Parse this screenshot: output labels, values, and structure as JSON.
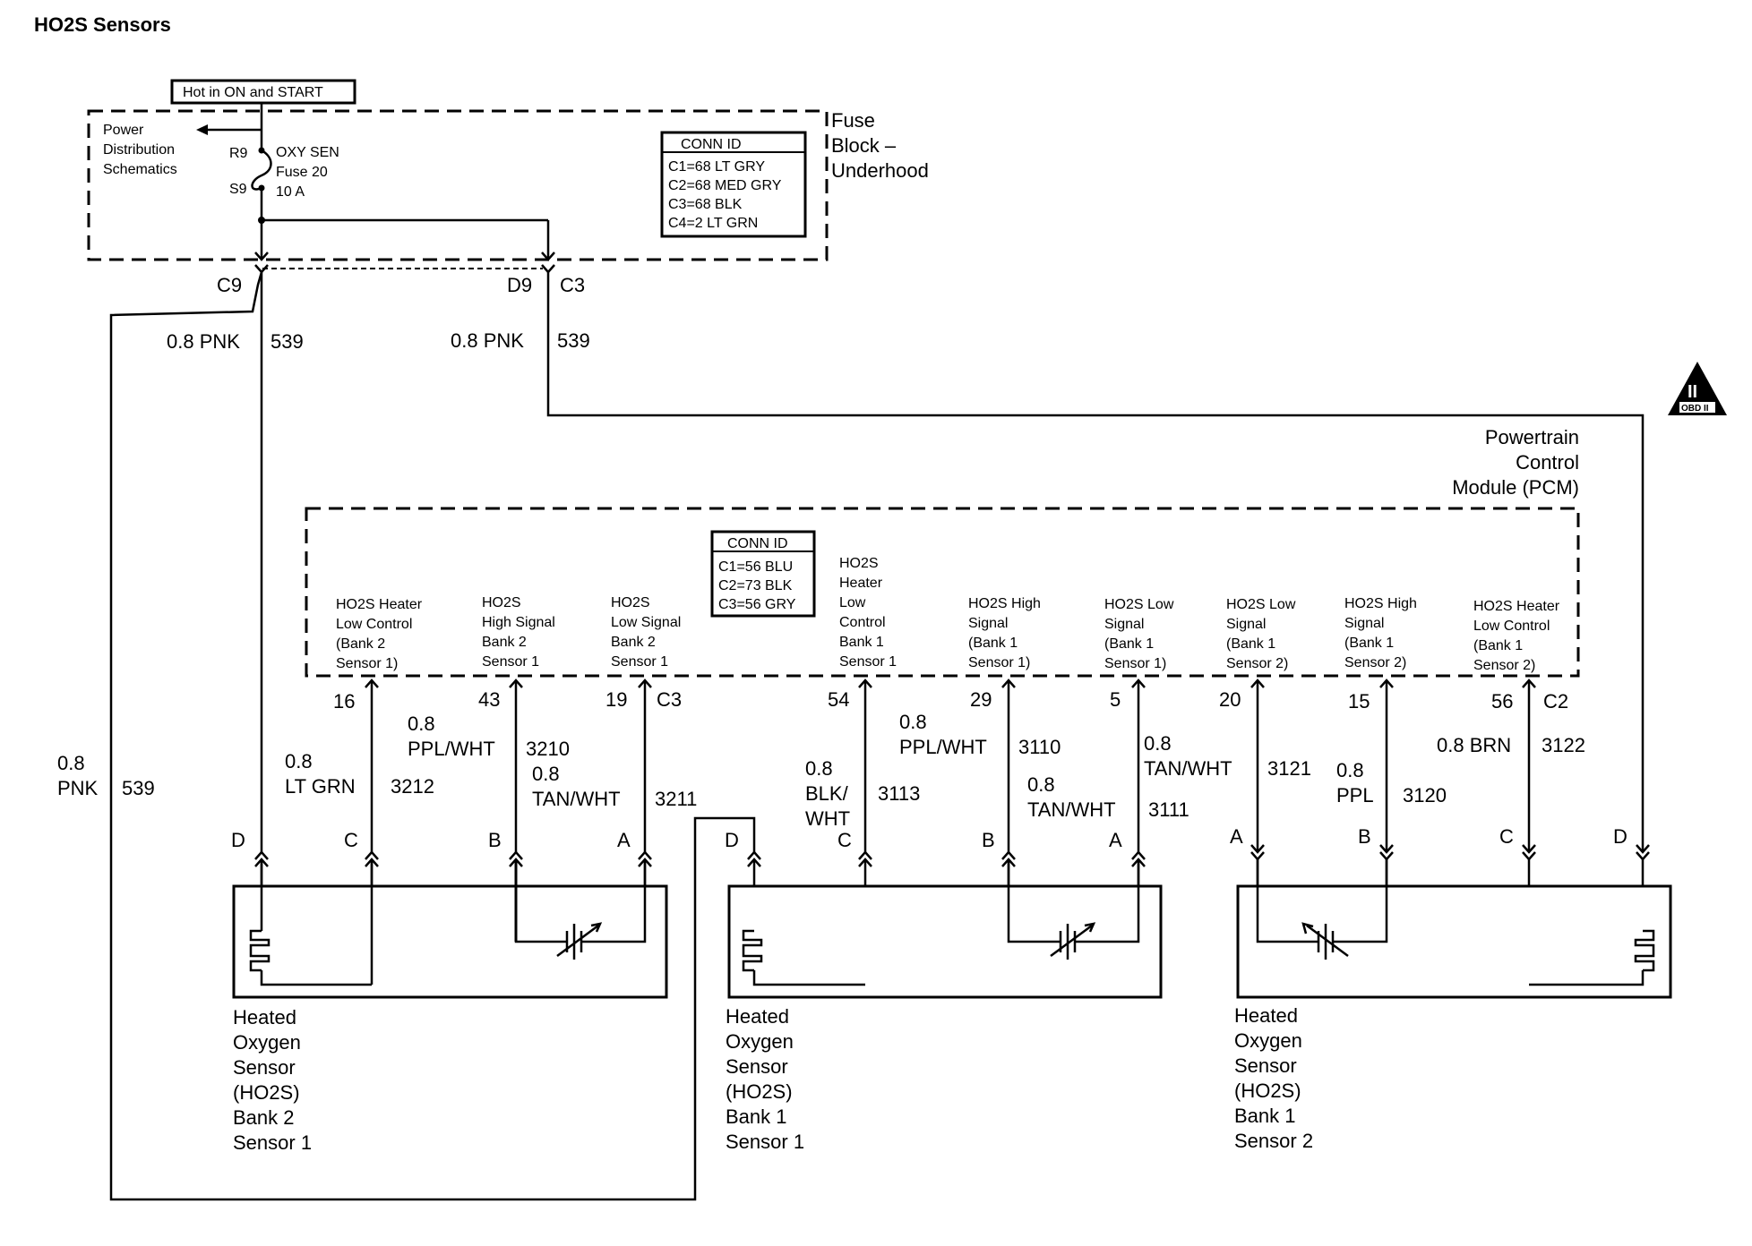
{
  "title": "HO2S Sensors",
  "hot_label": "Hot in ON and START",
  "fuse_block": {
    "name_lines": [
      "Fuse",
      "Block –",
      "Underhood"
    ],
    "power_dist": [
      "Power",
      "Distribution",
      "Schematics"
    ],
    "pin_top": "R9",
    "pin_bottom": "S9",
    "fuse_lines": [
      "OXY SEN",
      "Fuse 20",
      "10 A"
    ],
    "conn_title": "CONN ID",
    "conn_lines": [
      "C1=68 LT GRY",
      "C2=68 MED GRY",
      "C3=68 BLK",
      "C4=2 LT GRN"
    ],
    "out_left": "C9",
    "out_right_pin": "D9",
    "out_right_conn": "C3"
  },
  "feed_wires": {
    "left_gauge": "0.8 PNK",
    "left_circuit": "539",
    "right_gauge": "0.8 PNK",
    "right_circuit": "539",
    "far_gauge_1": "0.8",
    "far_gauge_2": "PNK",
    "far_circuit": "539"
  },
  "obd_badge": {
    "numeral": "II",
    "text": "OBD II"
  },
  "pcm": {
    "name_lines": [
      "Powertrain",
      "Control",
      "Module (PCM)"
    ],
    "conn_title": "CONN ID",
    "conn_lines": [
      "C1=56 BLU",
      "C2=73 BLK",
      "C3=56 GRY"
    ],
    "functions": [
      [
        "HO2S Heater",
        "Low Control",
        "(Bank 2",
        "Sensor 1)"
      ],
      [
        "HO2S",
        "High Signal",
        "Bank 2",
        "Sensor 1"
      ],
      [
        "HO2S",
        "Low Signal",
        "Bank 2",
        "Sensor 1"
      ],
      [
        "HO2S",
        "Heater",
        "Low",
        "Control",
        "Bank 1",
        "Sensor 1"
      ],
      [
        "HO2S High",
        "Signal",
        "(Bank 1",
        "Sensor 1)"
      ],
      [
        "HO2S Low",
        "Signal",
        "(Bank 1",
        "Sensor 1)"
      ],
      [
        "HO2S Low",
        "Signal",
        "(Bank 1",
        "Sensor 2)"
      ],
      [
        "HO2S High",
        "Signal",
        "(Bank 1",
        "Sensor 2)"
      ],
      [
        "HO2S Heater",
        "Low Control",
        "(Bank 1",
        "Sensor 2)"
      ]
    ],
    "pins": [
      "16",
      "43",
      "19",
      "54",
      "29",
      "5",
      "20",
      "15",
      "56"
    ],
    "conn_c3": "C3",
    "conn_c2": "C2"
  },
  "wires": [
    {
      "gauge": [
        "0.8",
        "LT GRN"
      ],
      "circuit": "3212"
    },
    {
      "gauge": [
        "0.8",
        "PPL/WHT"
      ],
      "circuit": "3210"
    },
    {
      "gauge": [
        "0.8",
        "TAN/WHT"
      ],
      "circuit": "3211"
    },
    {
      "gauge": [
        "0.8",
        "BLK/",
        "WHT"
      ],
      "circuit": "3113"
    },
    {
      "gauge": [
        "0.8",
        "PPL/WHT"
      ],
      "circuit": "3110"
    },
    {
      "gauge": [
        "0.8",
        "TAN/WHT"
      ],
      "circuit": "3111"
    },
    {
      "gauge": [
        "0.8",
        "TAN/WHT"
      ],
      "circuit": "3121"
    },
    {
      "gauge": [
        "0.8",
        "PPL"
      ],
      "circuit": "3120"
    },
    {
      "gauge": [
        "0.8 BRN"
      ],
      "circuit": "3122"
    }
  ],
  "sensor_pins": {
    "s1": [
      "D",
      "C",
      "B",
      "A"
    ],
    "s2": [
      "D",
      "C",
      "B",
      "A"
    ],
    "s3": [
      "A",
      "B",
      "C",
      "D"
    ]
  },
  "sensors": [
    [
      "Heated",
      "Oxygen",
      "Sensor",
      "(HO2S)",
      "Bank 2",
      "Sensor 1"
    ],
    [
      "Heated",
      "Oxygen",
      "Sensor",
      "(HO2S)",
      "Bank 1",
      "Sensor 1"
    ],
    [
      "Heated",
      "Oxygen",
      "Sensor",
      "(HO2S)",
      "Bank 1",
      "Sensor 2"
    ]
  ]
}
